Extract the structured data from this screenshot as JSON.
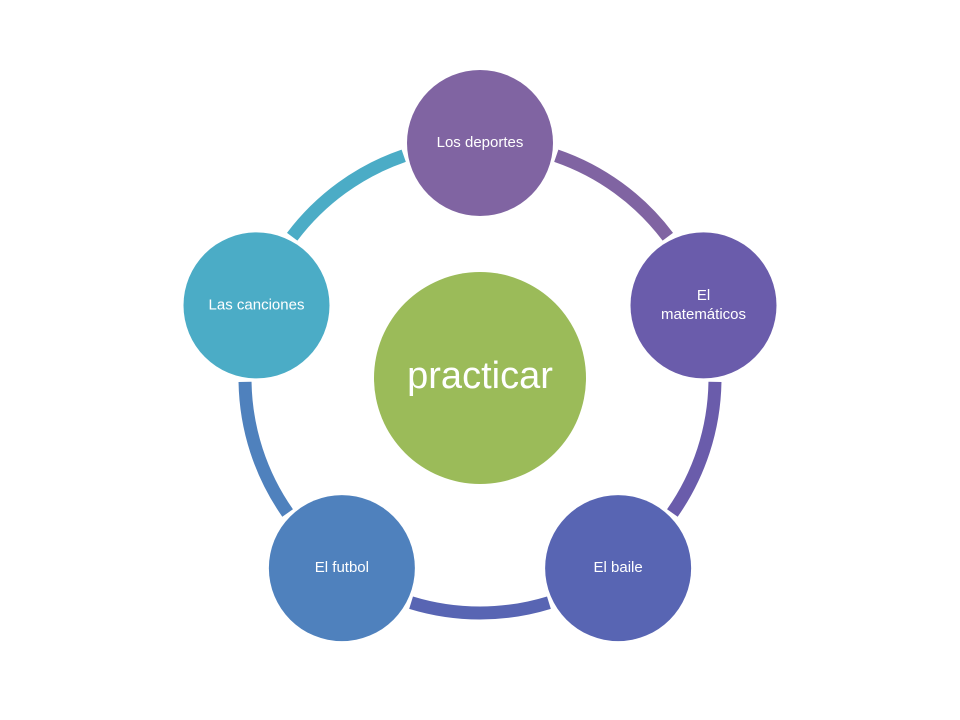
{
  "center": {
    "label": "practicar",
    "color": "#9BBB59"
  },
  "nodes": [
    {
      "label_lines": [
        "Los deportes"
      ],
      "color": "#8064A2"
    },
    {
      "label_lines": [
        "El",
        "matemáticos"
      ],
      "color": "#6A5CAB"
    },
    {
      "label_lines": [
        "El baile"
      ],
      "color": "#5865B3"
    },
    {
      "label_lines": [
        "El futbol"
      ],
      "color": "#4F81BD"
    },
    {
      "label_lines": [
        "Las canciones"
      ],
      "color": "#4BACC6"
    }
  ],
  "arcs": [
    {
      "color": "#8064A2"
    },
    {
      "color": "#6A5CAB"
    },
    {
      "color": "#5865B3"
    },
    {
      "color": "#4F81BD"
    },
    {
      "color": "#4BACC6"
    }
  ]
}
